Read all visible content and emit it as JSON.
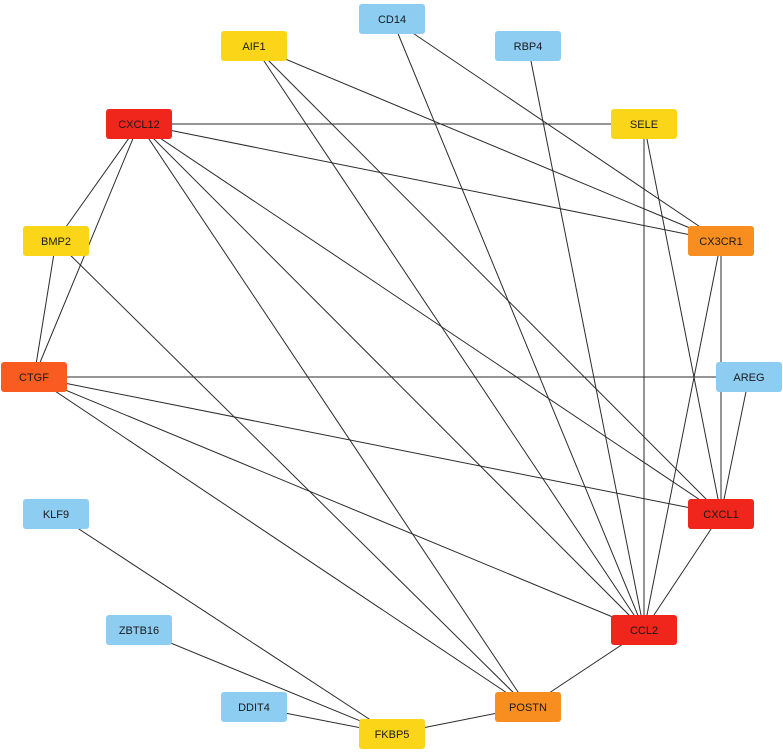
{
  "colors": {
    "high": "#f0251b",
    "mid_high": "#f95b21",
    "mid": "#f98e20",
    "low": "#fbd518",
    "base": "#8ccdf1",
    "edge": "#2b2b2b"
  },
  "nodes": [
    {
      "id": "CD14",
      "label": "CD14",
      "level": "base"
    },
    {
      "id": "AIF1",
      "label": "AIF1",
      "level": "low"
    },
    {
      "id": "RBP4",
      "label": "RBP4",
      "level": "base"
    },
    {
      "id": "CXCL12",
      "label": "CXCL12",
      "level": "high"
    },
    {
      "id": "SELE",
      "label": "SELE",
      "level": "low"
    },
    {
      "id": "BMP2",
      "label": "BMP2",
      "level": "low"
    },
    {
      "id": "CX3CR1",
      "label": "CX3CR1",
      "level": "mid"
    },
    {
      "id": "CTGF",
      "label": "CTGF",
      "level": "mid_high"
    },
    {
      "id": "AREG",
      "label": "AREG",
      "level": "base"
    },
    {
      "id": "KLF9",
      "label": "KLF9",
      "level": "base"
    },
    {
      "id": "CXCL1",
      "label": "CXCL1",
      "level": "high"
    },
    {
      "id": "ZBTB16",
      "label": "ZBTB16",
      "level": "base"
    },
    {
      "id": "CCL2",
      "label": "CCL2",
      "level": "high"
    },
    {
      "id": "DDIT4",
      "label": "DDIT4",
      "level": "base"
    },
    {
      "id": "POSTN",
      "label": "POSTN",
      "level": "mid"
    },
    {
      "id": "FKBP5",
      "label": "FKBP5",
      "level": "low"
    }
  ],
  "edges": [
    [
      "CD14",
      "CX3CR1"
    ],
    [
      "CD14",
      "CCL2"
    ],
    [
      "AIF1",
      "CX3CR1"
    ],
    [
      "AIF1",
      "CCL2"
    ],
    [
      "AIF1",
      "CXCL1"
    ],
    [
      "RBP4",
      "CCL2"
    ],
    [
      "CXCL12",
      "SELE"
    ],
    [
      "CXCL12",
      "CX3CR1"
    ],
    [
      "CXCL12",
      "BMP2"
    ],
    [
      "CXCL12",
      "CTGF"
    ],
    [
      "CXCL12",
      "CXCL1"
    ],
    [
      "CXCL12",
      "CCL2"
    ],
    [
      "CXCL12",
      "POSTN"
    ],
    [
      "SELE",
      "CCL2"
    ],
    [
      "SELE",
      "CXCL1"
    ],
    [
      "BMP2",
      "CTGF"
    ],
    [
      "BMP2",
      "POSTN"
    ],
    [
      "CX3CR1",
      "CXCL1"
    ],
    [
      "CX3CR1",
      "CCL2"
    ],
    [
      "CTGF",
      "AREG"
    ],
    [
      "CTGF",
      "CXCL1"
    ],
    [
      "CTGF",
      "CCL2"
    ],
    [
      "CTGF",
      "POSTN"
    ],
    [
      "AREG",
      "CXCL1"
    ],
    [
      "CXCL1",
      "CCL2"
    ],
    [
      "KLF9",
      "FKBP5"
    ],
    [
      "ZBTB16",
      "FKBP5"
    ],
    [
      "DDIT4",
      "FKBP5"
    ],
    [
      "CCL2",
      "POSTN"
    ],
    [
      "POSTN",
      "FKBP5"
    ]
  ]
}
